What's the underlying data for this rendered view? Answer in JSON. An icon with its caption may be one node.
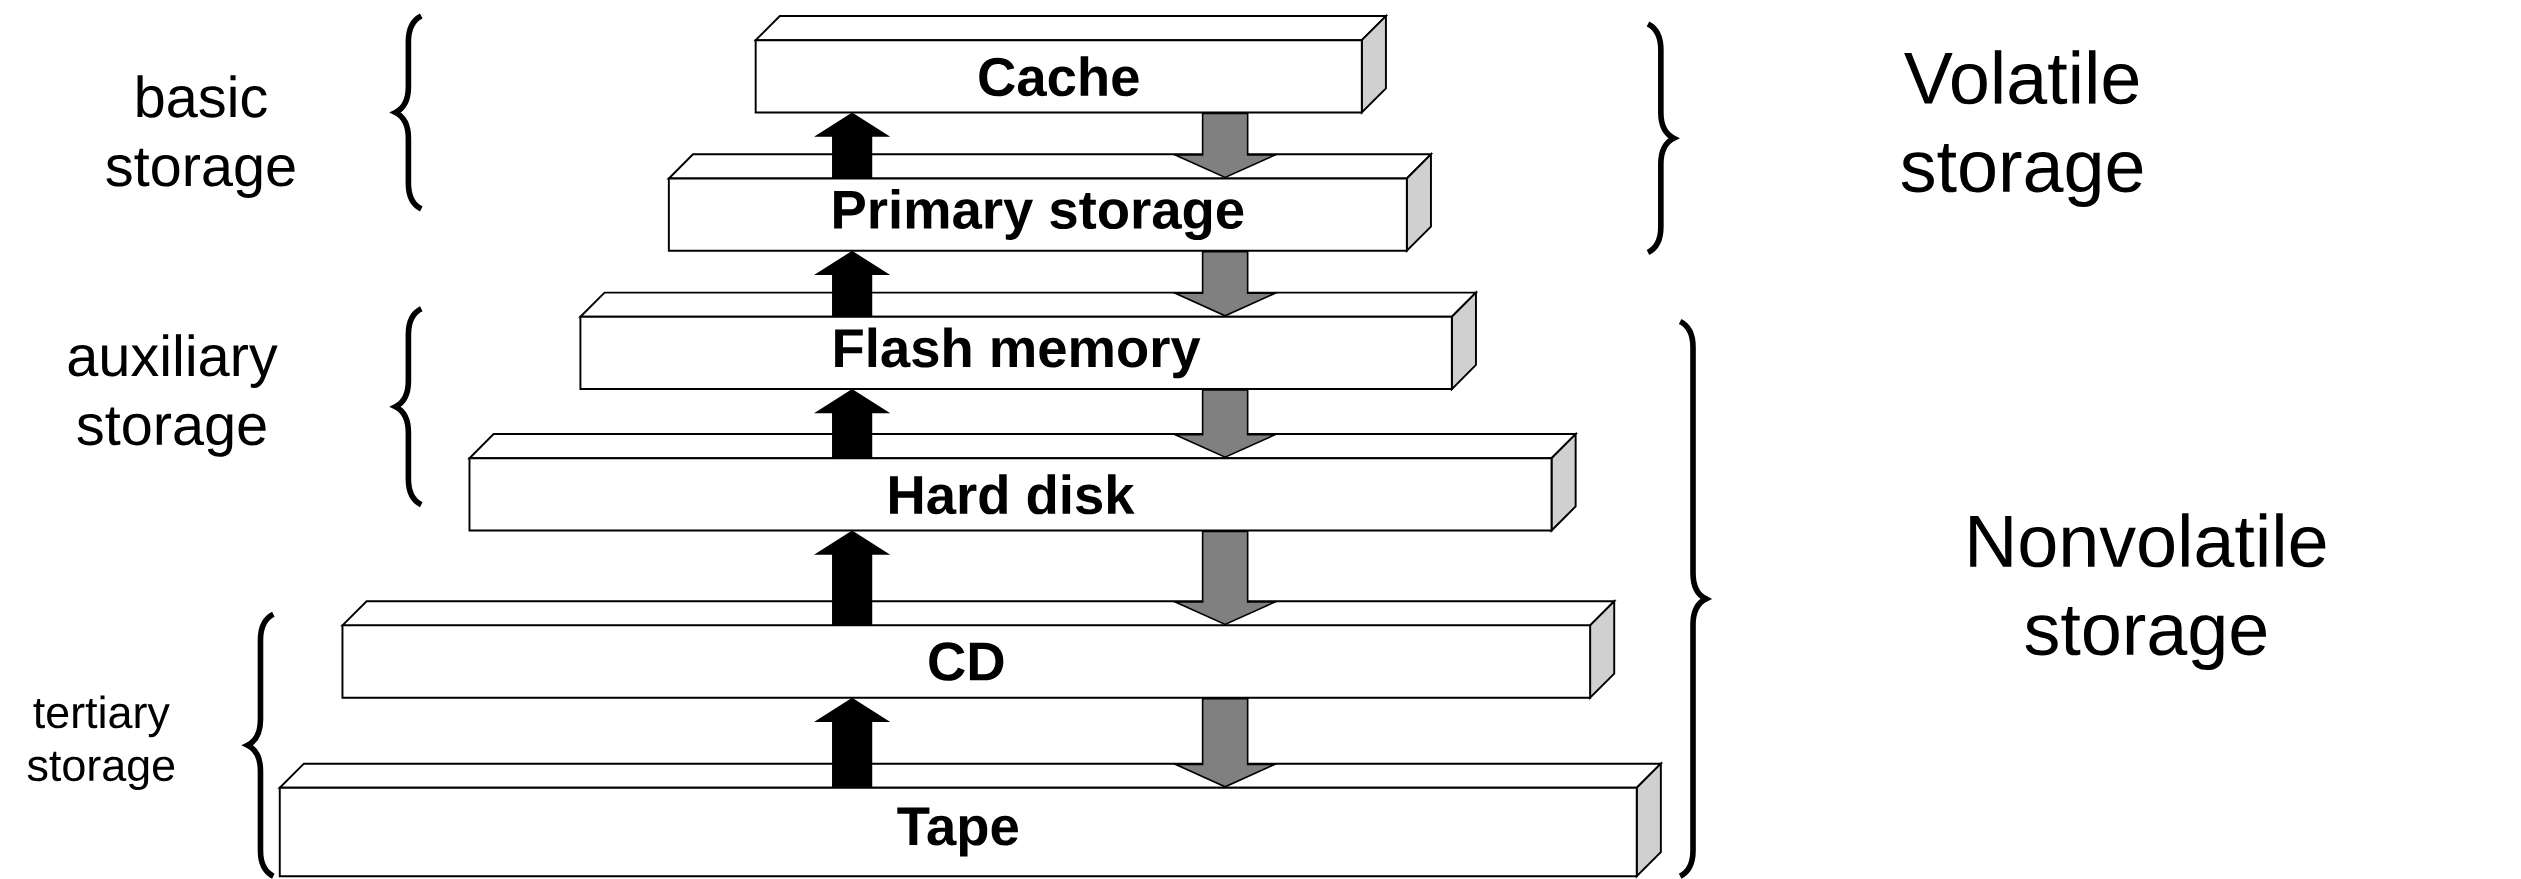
{
  "diagram": {
    "nodes": [
      {
        "text": [
          "Cache"
        ]
      },
      {
        "text": [
          "Primary storage"
        ]
      },
      {
        "text": [
          "Flash memory"
        ]
      },
      {
        "text": [
          "Hard disk"
        ]
      },
      {
        "text": [
          "CD"
        ]
      },
      {
        "text": [
          "Tape"
        ]
      }
    ],
    "edges": [
      {
        "from": 1,
        "to": 0,
        "arrow": "to",
        "style": "thick"
      },
      {
        "from": 0,
        "to": 1,
        "arrow": "to",
        "style": "thick",
        "color": "#808080"
      },
      {
        "from": 2,
        "to": 1,
        "arrow": "to",
        "style": "thick"
      },
      {
        "from": 1,
        "to": 2,
        "arrow": "to",
        "style": "thick",
        "color": "#808080"
      },
      {
        "from": 3,
        "to": 2,
        "arrow": "to",
        "style": "thick"
      },
      {
        "from": 2,
        "to": 3,
        "arrow": "to",
        "style": "thick",
        "color": "#808080"
      },
      {
        "from": 4,
        "to": 3,
        "arrow": "to",
        "style": "thick"
      },
      {
        "from": 3,
        "to": 4,
        "arrow": "to",
        "style": "thick",
        "color": "#808080"
      },
      {
        "from": 5,
        "to": 4,
        "arrow": "to",
        "style": "thick"
      },
      {
        "from": 4,
        "to": 5,
        "arrow": "to",
        "style": "thick",
        "color": "#808080"
      }
    ],
    "labels": [
      "basic storage",
      "Volatile storage",
      "auxiliary storage",
      "Nonvolatile storage",
      "tertiary storage"
    ]
  }
}
